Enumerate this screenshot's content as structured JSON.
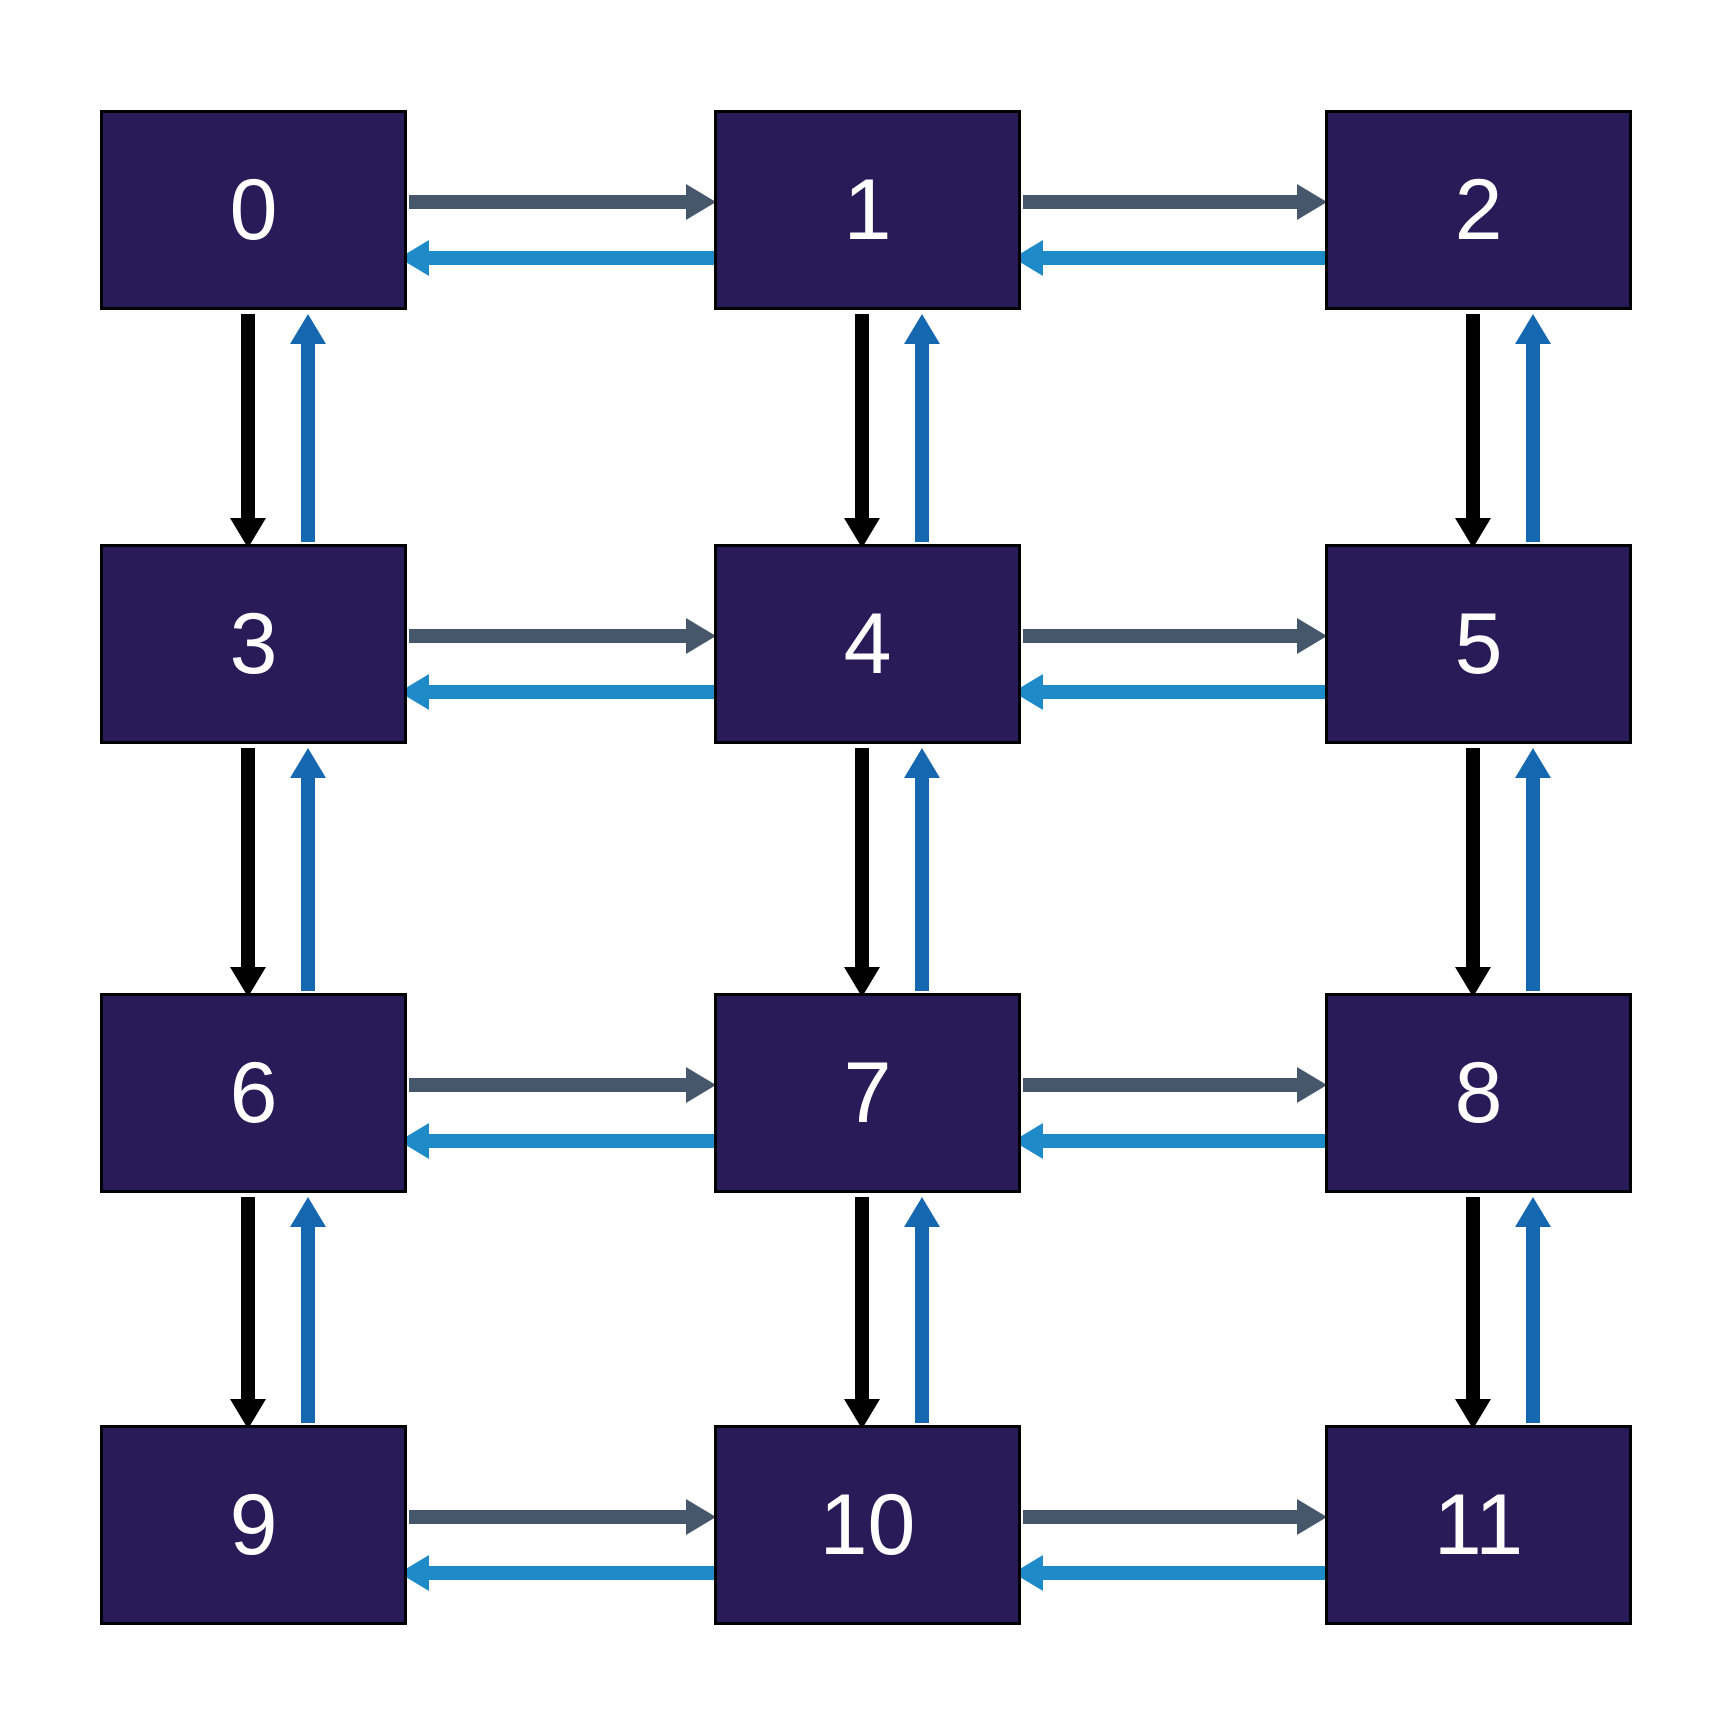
{
  "colors": {
    "background": "#ffffff",
    "node_fill": "#291a58",
    "node_border": "#000000",
    "node_text": "#ffffff",
    "arrow_right": "#46566b",
    "arrow_left": "#1e8bc8",
    "arrow_down": "#000000",
    "arrow_up": "#1568b0"
  },
  "nodes": [
    {
      "id": 0,
      "label": "0",
      "row": 0,
      "col": 0
    },
    {
      "id": 1,
      "label": "1",
      "row": 0,
      "col": 1
    },
    {
      "id": 2,
      "label": "2",
      "row": 0,
      "col": 2
    },
    {
      "id": 3,
      "label": "3",
      "row": 1,
      "col": 0
    },
    {
      "id": 4,
      "label": "4",
      "row": 1,
      "col": 1
    },
    {
      "id": 5,
      "label": "5",
      "row": 1,
      "col": 2
    },
    {
      "id": 6,
      "label": "6",
      "row": 2,
      "col": 0
    },
    {
      "id": 7,
      "label": "7",
      "row": 2,
      "col": 1
    },
    {
      "id": 8,
      "label": "8",
      "row": 2,
      "col": 2
    },
    {
      "id": 9,
      "label": "9",
      "row": 3,
      "col": 0
    },
    {
      "id": 10,
      "label": "10",
      "row": 3,
      "col": 1
    },
    {
      "id": 11,
      "label": "11",
      "row": 3,
      "col": 2
    }
  ],
  "edges": [
    {
      "from": 0,
      "to": 1,
      "direction": "right"
    },
    {
      "from": 1,
      "to": 0,
      "direction": "left"
    },
    {
      "from": 1,
      "to": 2,
      "direction": "right"
    },
    {
      "from": 2,
      "to": 1,
      "direction": "left"
    },
    {
      "from": 3,
      "to": 4,
      "direction": "right"
    },
    {
      "from": 4,
      "to": 3,
      "direction": "left"
    },
    {
      "from": 4,
      "to": 5,
      "direction": "right"
    },
    {
      "from": 5,
      "to": 4,
      "direction": "left"
    },
    {
      "from": 6,
      "to": 7,
      "direction": "right"
    },
    {
      "from": 7,
      "to": 6,
      "direction": "left"
    },
    {
      "from": 7,
      "to": 8,
      "direction": "right"
    },
    {
      "from": 8,
      "to": 7,
      "direction": "left"
    },
    {
      "from": 9,
      "to": 10,
      "direction": "right"
    },
    {
      "from": 10,
      "to": 9,
      "direction": "left"
    },
    {
      "from": 10,
      "to": 11,
      "direction": "right"
    },
    {
      "from": 11,
      "to": 10,
      "direction": "left"
    },
    {
      "from": 0,
      "to": 3,
      "direction": "down"
    },
    {
      "from": 3,
      "to": 0,
      "direction": "up"
    },
    {
      "from": 1,
      "to": 4,
      "direction": "down"
    },
    {
      "from": 4,
      "to": 1,
      "direction": "up"
    },
    {
      "from": 2,
      "to": 5,
      "direction": "down"
    },
    {
      "from": 5,
      "to": 2,
      "direction": "up"
    },
    {
      "from": 3,
      "to": 6,
      "direction": "down"
    },
    {
      "from": 6,
      "to": 3,
      "direction": "up"
    },
    {
      "from": 4,
      "to": 7,
      "direction": "down"
    },
    {
      "from": 7,
      "to": 4,
      "direction": "up"
    },
    {
      "from": 5,
      "to": 8,
      "direction": "down"
    },
    {
      "from": 8,
      "to": 5,
      "direction": "up"
    },
    {
      "from": 6,
      "to": 9,
      "direction": "down"
    },
    {
      "from": 9,
      "to": 6,
      "direction": "up"
    },
    {
      "from": 7,
      "to": 10,
      "direction": "down"
    },
    {
      "from": 10,
      "to": 7,
      "direction": "up"
    },
    {
      "from": 8,
      "to": 11,
      "direction": "down"
    },
    {
      "from": 11,
      "to": 8,
      "direction": "up"
    }
  ]
}
